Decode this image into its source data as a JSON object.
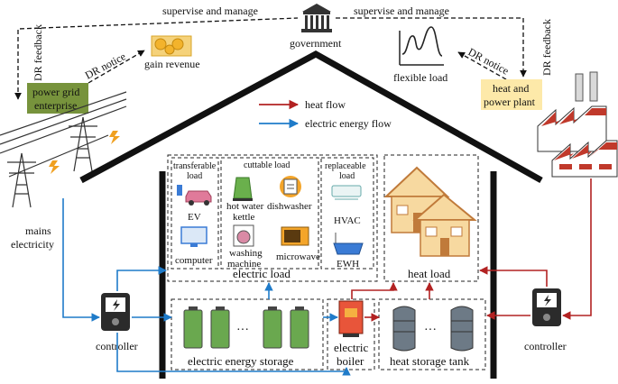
{
  "labels": {
    "supervise_left": "supervise and manage",
    "supervise_right": "supervise and manage",
    "government": "government",
    "dr_feedback_left": "DR feedback",
    "dr_feedback_right": "DR feedback",
    "dr_notice_left": "DR notice",
    "dr_notice_right": "DR notice",
    "gain_revenue": "gain revenue",
    "flexible_load": "flexible load",
    "power_grid_line1": "power grid",
    "power_grid_line2": "enterprise",
    "heat_power_line1": "heat and",
    "heat_power_line2": "power plant",
    "mains_line1": "mains",
    "mains_line2": "electricity",
    "controller_left": "controller",
    "controller_right": "controller"
  },
  "legend": {
    "heat_flow": "heat flow",
    "electric_flow": "electric energy flow"
  },
  "house": {
    "transferable_line1": "transferable",
    "transferable_line2": "load",
    "ev": "EV",
    "computer": "computer",
    "cuttable": "cuttable load",
    "hot_water_line1": "hot water",
    "hot_water_line2": "kettle",
    "dishwasher": "dishwasher",
    "washing_line1": "washing",
    "washing_line2": "machine",
    "microwave": "microwave",
    "replaceable_line1": "replaceable",
    "replaceable_line2": "load",
    "hvac": "HVAC",
    "ewh": "EWH",
    "electric_load": "electric load",
    "heat_load": "heat load",
    "electric_storage": "electric energy storage",
    "ellipsis_left": "···",
    "boiler_line1": "electric",
    "boiler_line2": "boiler",
    "ellipsis_right": "···",
    "heat_tank": "heat storage tank"
  },
  "colors": {
    "heat": "#b22222",
    "electric": "#1f7bc9",
    "grid_box": "#77933c",
    "plant_box": "#fde9a9"
  }
}
